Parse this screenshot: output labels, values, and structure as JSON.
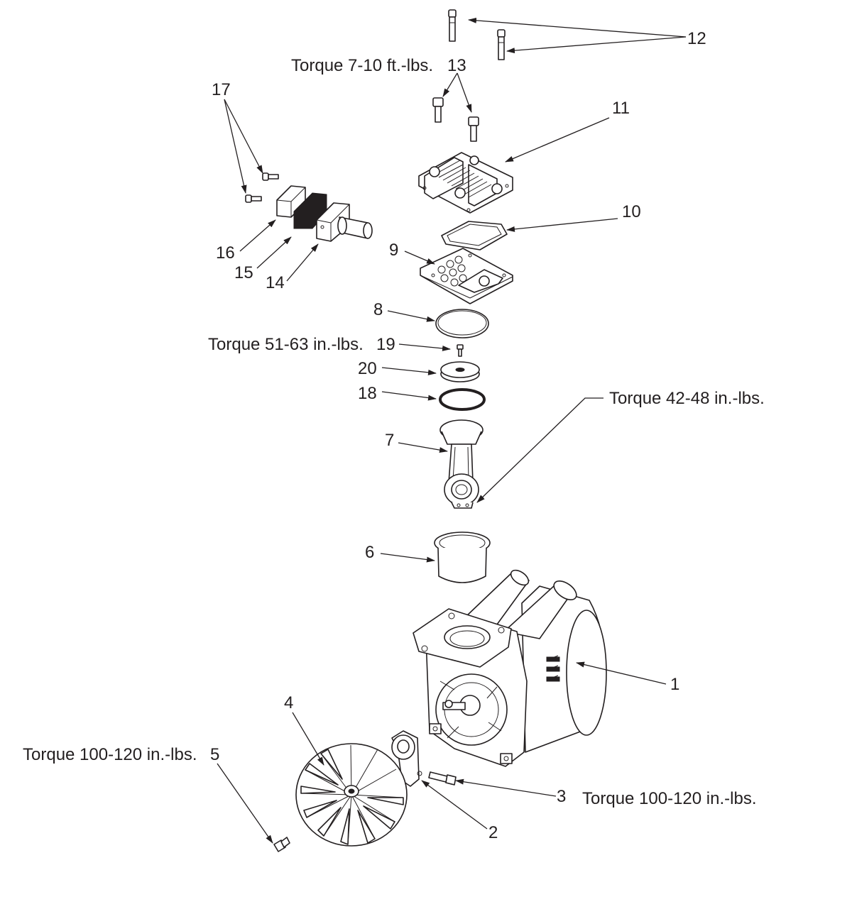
{
  "callouts": {
    "c1": "1",
    "c2": "2",
    "c3": "3",
    "c4": "4",
    "c5": "5",
    "c6": "6",
    "c7": "7",
    "c8": "8",
    "c9": "9",
    "c10": "10",
    "c11": "11",
    "c12": "12",
    "c13": "13",
    "c14": "14",
    "c15": "15",
    "c16": "16",
    "c17": "17",
    "c18": "18",
    "c19": "19",
    "c20": "20"
  },
  "torque": {
    "t13": "Torque  7-10 ft.-lbs.",
    "t19": "Torque  51-63 in.-lbs.",
    "t7": "Torque  42-48 in.-lbs.",
    "t5": "Torque 100-120 in.-lbs.",
    "t3": "Torque 100-120 in.-lbs."
  }
}
